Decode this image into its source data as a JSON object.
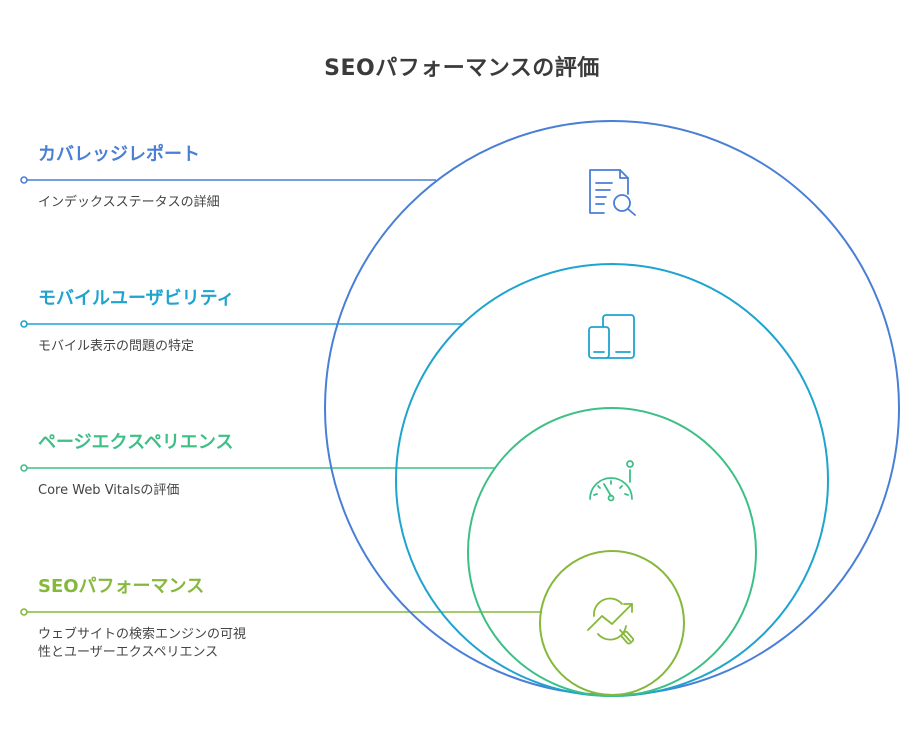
{
  "title": "SEOパフォーマンスの評価",
  "levels": [
    {
      "title": "カバレッジレポート",
      "description": "インデックスステータスの詳細",
      "color": "#4a7fd6",
      "icon": "document-search-icon"
    },
    {
      "title": "モバイルユーザビリティ",
      "description": "モバイル表示の問題の特定",
      "color": "#1fa3cf",
      "icon": "mobile-tablet-icon"
    },
    {
      "title": "ページエクスペリエンス",
      "description": "Core Web Vitalsの評価",
      "color": "#3dbf86",
      "icon": "speedometer-icon"
    },
    {
      "title": "SEOパフォーマンス",
      "description": "ウェブサイトの検索エンジンの可視\n性とユーザーエクスペリエンス",
      "color": "#86b83c",
      "icon": "growth-search-icon"
    }
  ]
}
